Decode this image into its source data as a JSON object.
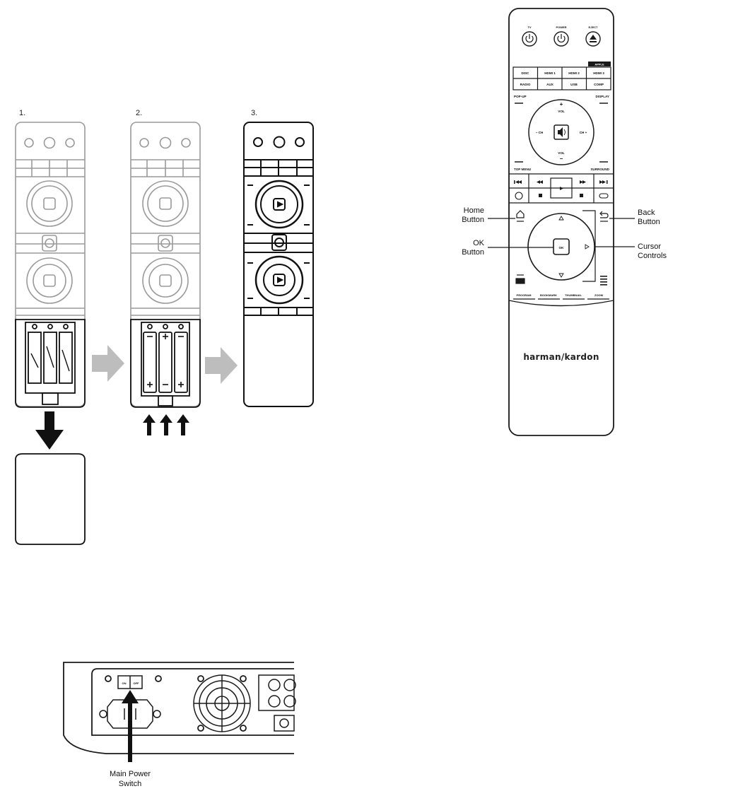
{
  "steps": {
    "s1": "1.",
    "s2": "2.",
    "s3": "3."
  },
  "remote": {
    "top": {
      "tv": "TV",
      "power": "POWER",
      "eject": "EJECT"
    },
    "apple_tag": "APPLE",
    "source_row1": [
      "DISC",
      "HDMI 1",
      "HDMI 2",
      "HDMI 3"
    ],
    "source_row2": [
      "RADIO",
      "AUX",
      "USB",
      "COMP"
    ],
    "pop_up": "POP-UP",
    "display": "DISPLAY",
    "vol_top": "VOL",
    "vol_bottom": "VOL",
    "ch_minus": "− CH",
    "ch_plus": "CH +",
    "top_menu": "TOP MENU",
    "surround": "SURROUND",
    "ok": "OK",
    "bottom_row": [
      "PROGRAM",
      "BOOKMARK",
      "THUMBNAIL",
      "ZOOM"
    ],
    "brand": "harman/kardon"
  },
  "callouts": {
    "home_1": "Home",
    "home_2": "Button",
    "ok_1": "OK",
    "ok_2": "Button",
    "back_1": "Back",
    "back_2": "Button",
    "cursor_1": "Cursor",
    "cursor_2": "Controls",
    "power_1": "Main Power",
    "power_2": "Switch"
  },
  "switch": {
    "on": "ON",
    "off": "OFF"
  },
  "colors": {
    "line": "#1a1a1a",
    "faded": "#9a9a9a",
    "arrow_gray": "#bdbdbd"
  }
}
